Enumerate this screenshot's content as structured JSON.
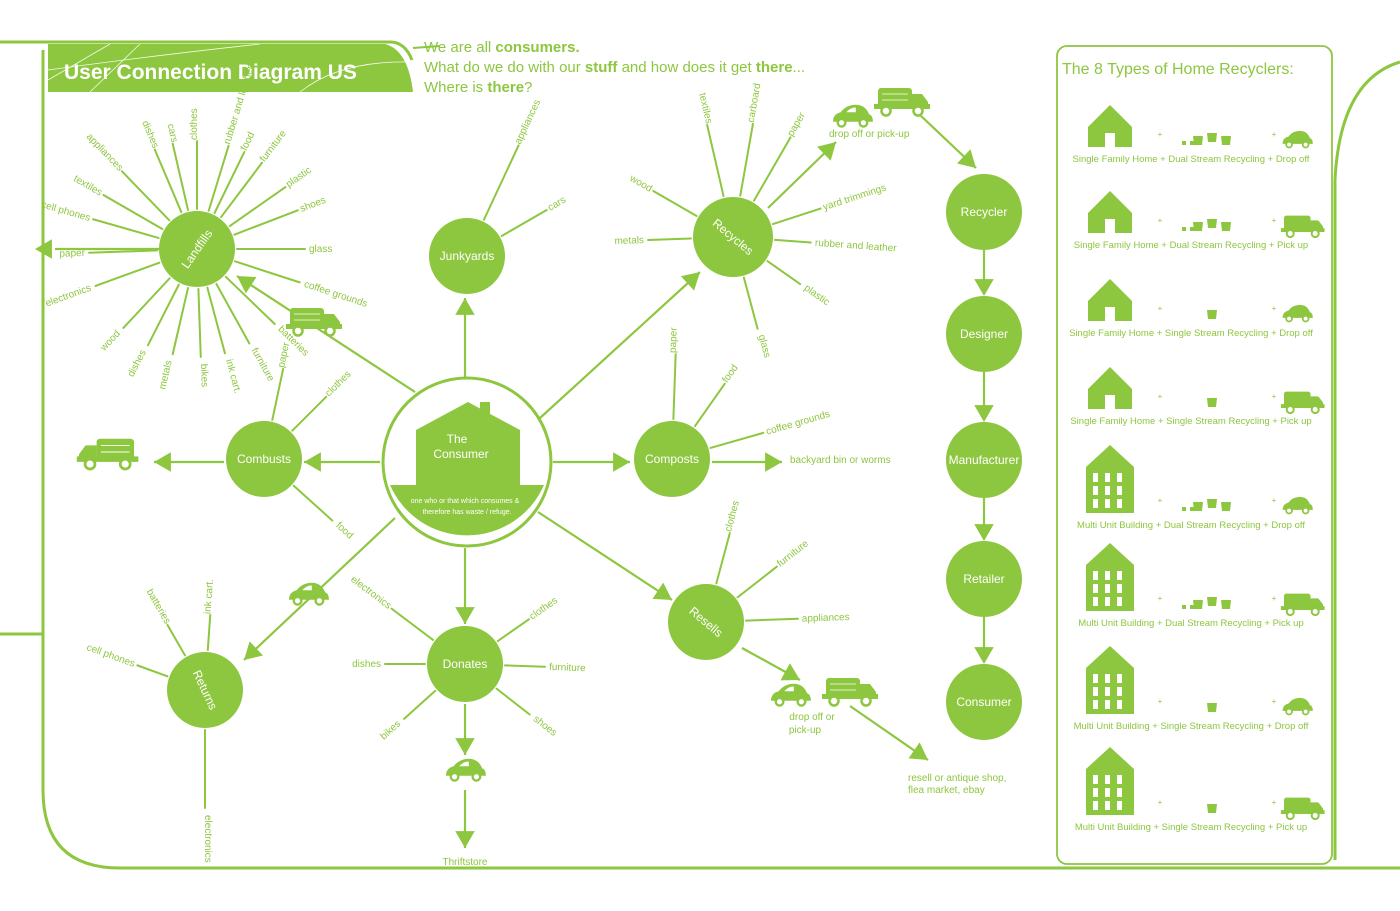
{
  "header": {
    "title": "User Connection Diagram US",
    "tagline": [
      [
        {
          "t": "We are all ",
          "b": false
        },
        {
          "t": "consumers.",
          "b": true
        }
      ],
      [
        {
          "t": "What do we do with our ",
          "b": false
        },
        {
          "t": "stuff",
          "b": true
        },
        {
          "t": " and how does it get ",
          "b": false
        },
        {
          "t": "there",
          "b": true
        },
        {
          "t": "...",
          "b": false
        }
      ],
      [
        {
          "t": "Where is ",
          "b": false
        },
        {
          "t": "there",
          "b": true
        },
        {
          "t": "?",
          "b": false
        }
      ]
    ]
  },
  "colors": {
    "accent": "#8dc63f",
    "background": "#ffffff",
    "text_on_accent": "#ffffff"
  },
  "center": {
    "title_line1": "The",
    "title_line2": "Consumer",
    "desc_line1": "one who or that which consumes &",
    "desc_line2": "therefore has waste / refuge."
  },
  "nodes": {
    "landfills": {
      "label": "Landfills",
      "items": [
        "dishes",
        "cars",
        "clothes",
        "rubber and leather",
        "food",
        "furniture",
        "plastic",
        "shoes",
        "glass",
        "coffee grounds",
        "batteries",
        "furniture",
        "ink cart.",
        "bikes",
        "metals",
        "dishes",
        "wood",
        "electronics",
        "paper",
        "cell phones",
        "textiles",
        "appliances"
      ]
    },
    "junkyards": {
      "label": "Junkyards",
      "items": [
        "appliances",
        "cars"
      ]
    },
    "recycles": {
      "label": "Recycles",
      "items": [
        "textiles",
        "carboard",
        "paper",
        "yard trimmings",
        "rubber and leather",
        "plastic",
        "glass",
        "metals",
        "wood"
      ]
    },
    "combusts": {
      "label": "Combusts",
      "items": [
        "paper",
        "clothes",
        "food"
      ]
    },
    "composts": {
      "label": "Composts",
      "items": [
        "paper",
        "food",
        "coffee grounds"
      ],
      "destination": "backyard bin or worms"
    },
    "returns": {
      "label": "Returns",
      "items": [
        "ink cart.",
        "batteries",
        "cell phones",
        "electronics"
      ]
    },
    "donates": {
      "label": "Donates",
      "items": [
        "electronics",
        "clothes",
        "dishes",
        "furniture",
        "bikes",
        "shoes"
      ],
      "destination": "Thriftstore"
    },
    "resells": {
      "label": "Resells",
      "items": [
        "clothes",
        "furniture",
        "appliances"
      ],
      "transport": [
        "drop off or",
        "pick-up"
      ],
      "destination": [
        "resell or antique shop,",
        "flea market, ebay"
      ]
    }
  },
  "recycle_transport": "drop off or pick-up",
  "chain": [
    "Recycler",
    "Designer",
    "Manufacturer",
    "Retailer",
    "Consumer"
  ],
  "recyclers_panel": {
    "title": "The 8 Types of Home Recyclers:",
    "types": [
      {
        "label": "Single Family Home + Dual Stream Recycling + Drop off",
        "building": "house",
        "stream": "dual",
        "transport": "car"
      },
      {
        "label": "Single Family Home + Dual Stream Recycling + Pick up",
        "building": "house",
        "stream": "dual",
        "transport": "truck"
      },
      {
        "label": "Single Family Home + Single Stream Recycling + Drop off",
        "building": "house",
        "stream": "single",
        "transport": "car"
      },
      {
        "label": "Single Family Home + Single Stream Recycling + Pick up",
        "building": "house",
        "stream": "single",
        "transport": "truck"
      },
      {
        "label": "Multi Unit Building + Dual Stream Recycling + Drop off",
        "building": "multi",
        "stream": "dual",
        "transport": "car"
      },
      {
        "label": "Multi Unit Building + Dual Stream Recycling + Pick up",
        "building": "multi",
        "stream": "dual",
        "transport": "truck"
      },
      {
        "label": "Multi Unit Building + Single Stream Recycling + Drop off",
        "building": "multi",
        "stream": "single",
        "transport": "car"
      },
      {
        "label": "Multi Unit Building + Single Stream Recycling + Pick up",
        "building": "multi",
        "stream": "single",
        "transport": "truck"
      }
    ]
  },
  "plus": "+"
}
